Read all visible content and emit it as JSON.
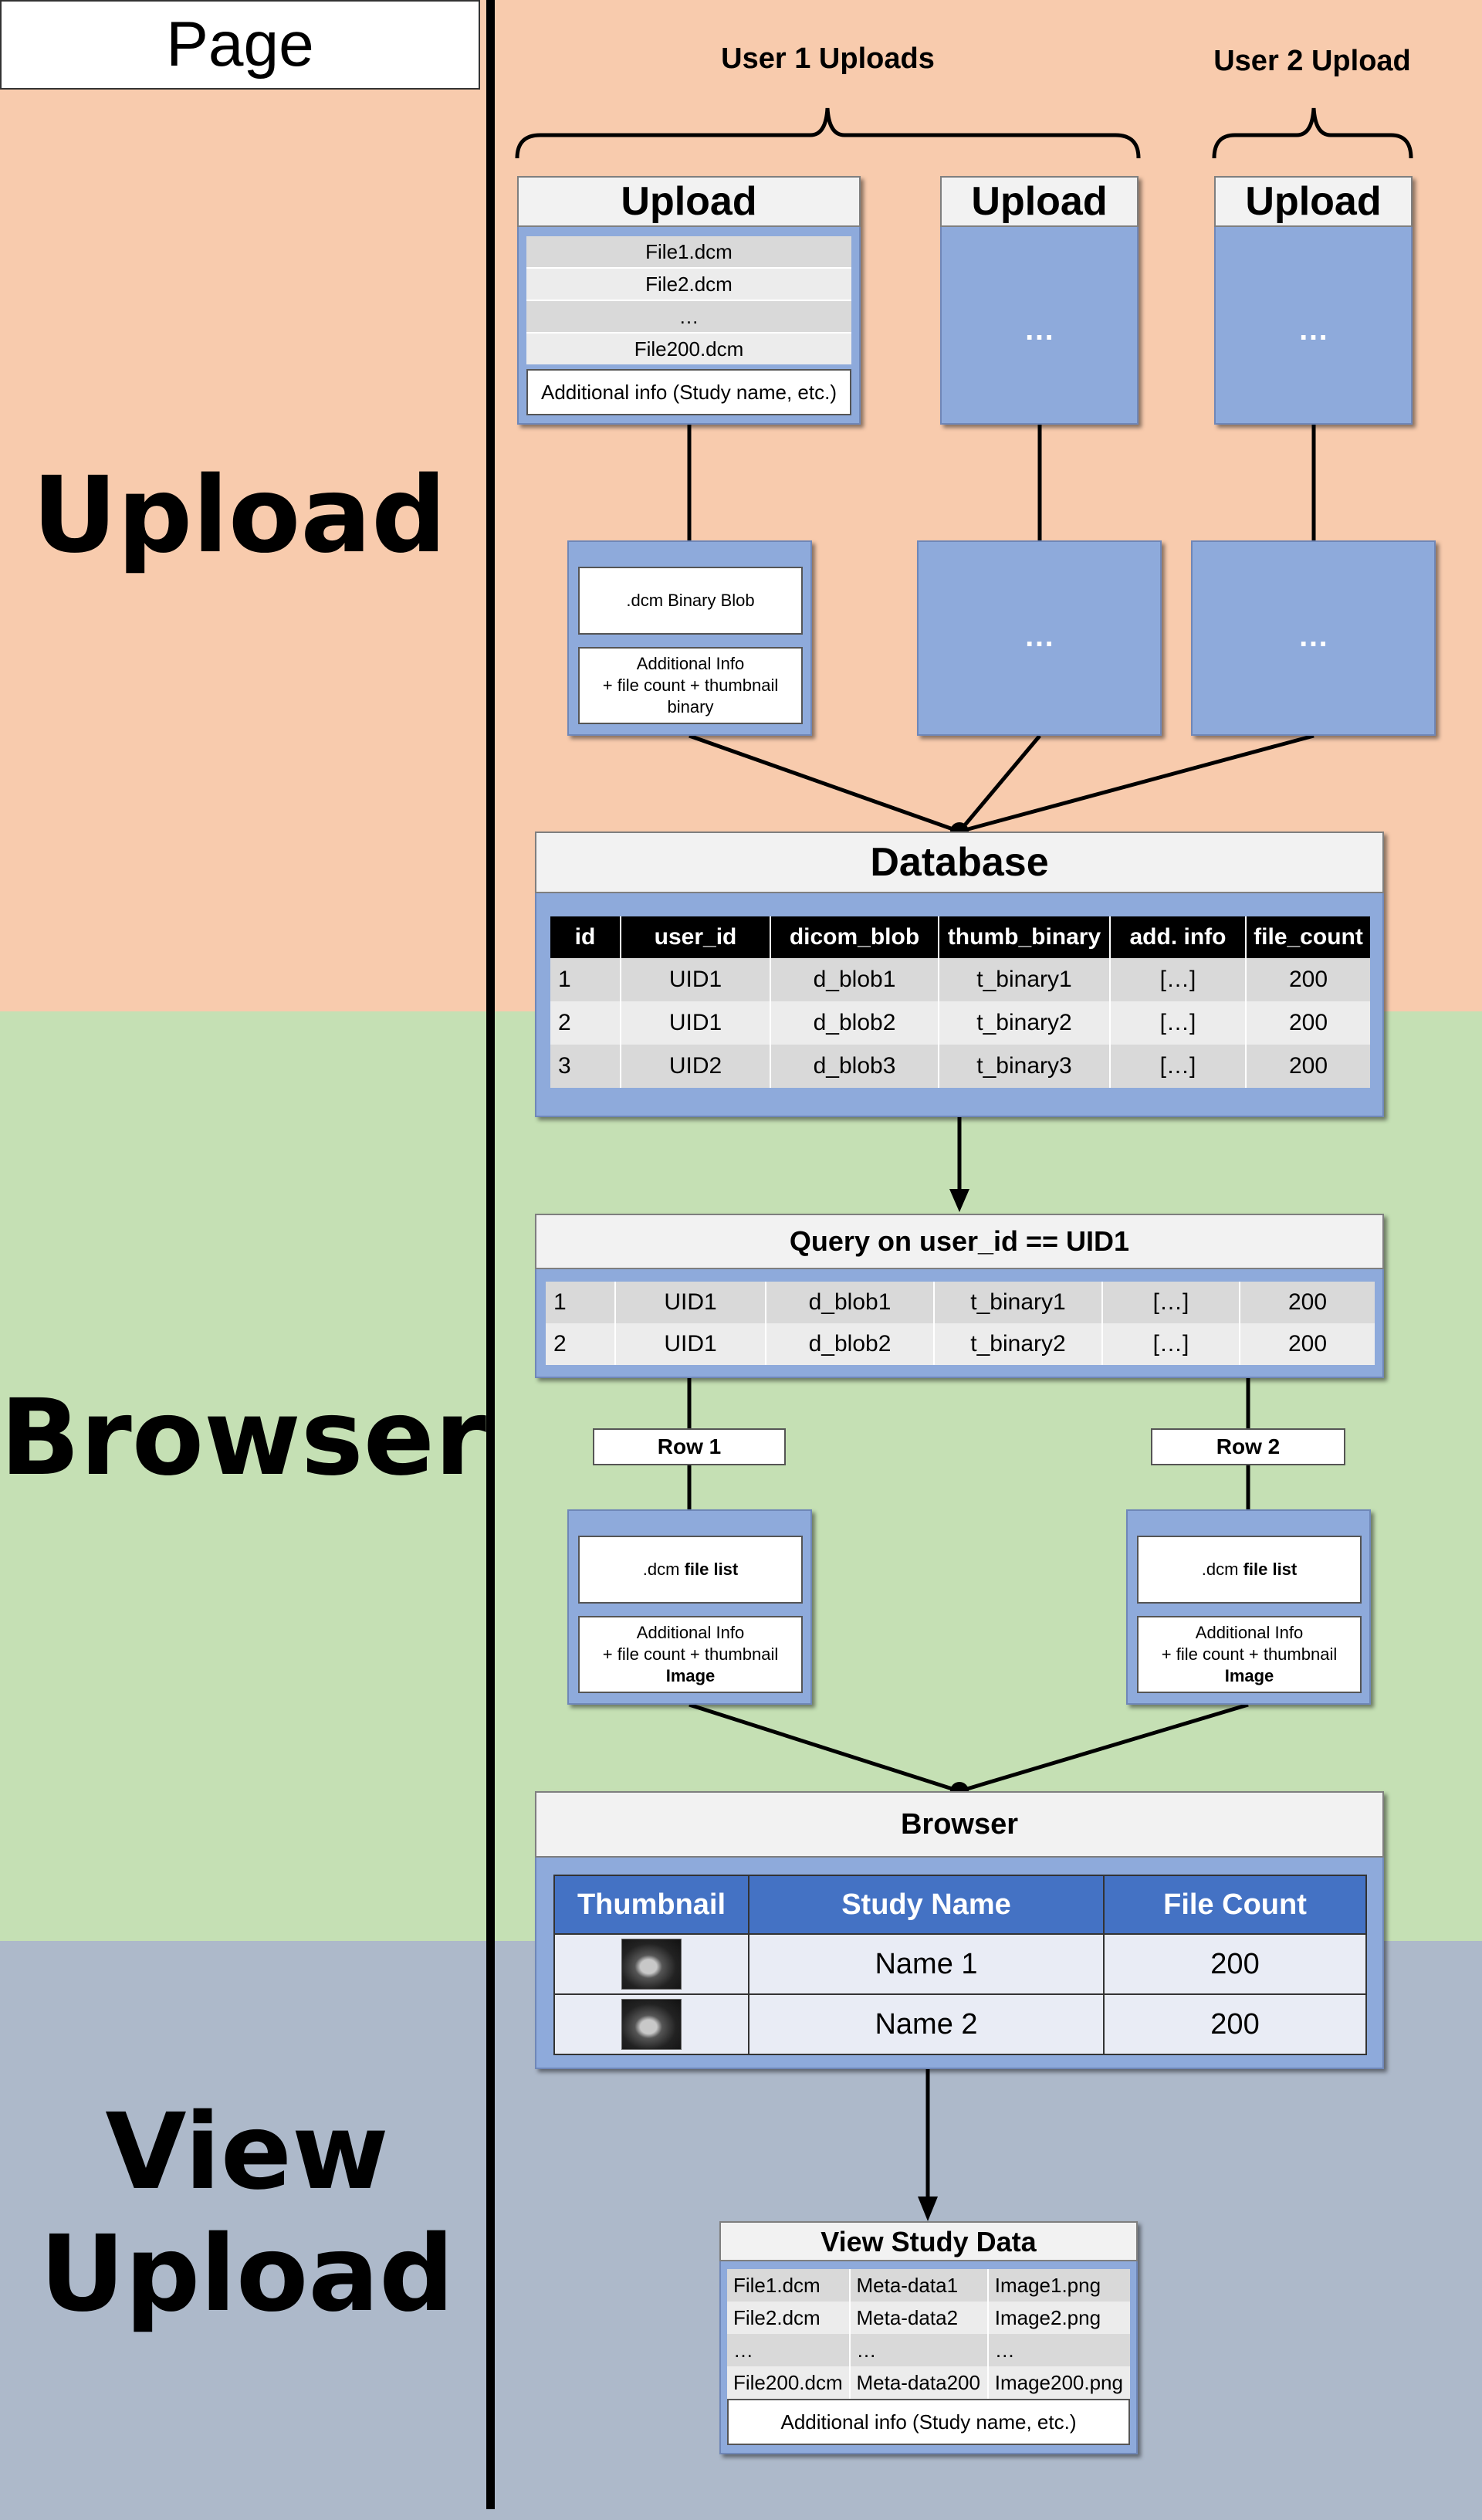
{
  "sections": {
    "page_header": "Page",
    "upload": "Upload",
    "browser": "Browser",
    "view_upload": "View Upload"
  },
  "colors": {
    "upload_band": "#f8cbad",
    "browser_band": "#c5e0b4",
    "view_band": "#adb9ca",
    "panel_blue": "#8eaadb",
    "table_header_blue": "#4472c4"
  },
  "upload": {
    "user1_label": "User 1 Uploads",
    "user2_label": "User 2 Upload",
    "upload_box_title": "Upload",
    "files": [
      "File1.dcm",
      "File2.dcm",
      "…",
      "File200.dcm"
    ],
    "additional_info": "Additional info (Study name, etc.)",
    "ellipsis": "…",
    "blob_label": ".dcm Binary Blob",
    "blob_info": [
      "Additional Info",
      "+ file count + thumbnail",
      "binary"
    ]
  },
  "database": {
    "title": "Database",
    "columns": [
      "id",
      "user_id",
      "dicom_blob",
      "thumb_binary",
      "add. info",
      "file_count"
    ],
    "rows": [
      [
        "1",
        "UID1",
        "d_blob1",
        "t_binary1",
        "[…]",
        "200"
      ],
      [
        "2",
        "UID1",
        "d_blob2",
        "t_binary2",
        "[…]",
        "200"
      ],
      [
        "3",
        "UID2",
        "d_blob3",
        "t_binary3",
        "[…]",
        "200"
      ]
    ]
  },
  "query": {
    "title": "Query on user_id == UID1",
    "rows": [
      [
        "1",
        "UID1",
        "d_blob1",
        "t_binary1",
        "[…]",
        "200"
      ],
      [
        "2",
        "UID1",
        "d_blob2",
        "t_binary2",
        "[…]",
        "200"
      ]
    ],
    "row_labels": [
      "Row 1",
      "Row 2"
    ],
    "file_list_prefix": ".dcm",
    "file_list_suffix": "file list",
    "info_lines": [
      "Additional Info",
      "+ file count + thumbnail"
    ],
    "info_bold": "Image"
  },
  "browser_table": {
    "title": "Browser",
    "columns": [
      "Thumbnail",
      "Study Name",
      "File Count"
    ],
    "rows": [
      {
        "name": "Name 1",
        "count": "200"
      },
      {
        "name": "Name 2",
        "count": "200"
      }
    ]
  },
  "view_study": {
    "title": "View Study Data",
    "rows": [
      [
        "File1.dcm",
        "Meta-data1",
        "Image1.png"
      ],
      [
        "File2.dcm",
        "Meta-data2",
        "Image2.png"
      ],
      [
        "…",
        "…",
        "…"
      ],
      [
        "File200.dcm",
        "Meta-data200",
        "Image200.png"
      ]
    ],
    "additional_info": "Additional info (Study name, etc.)"
  }
}
